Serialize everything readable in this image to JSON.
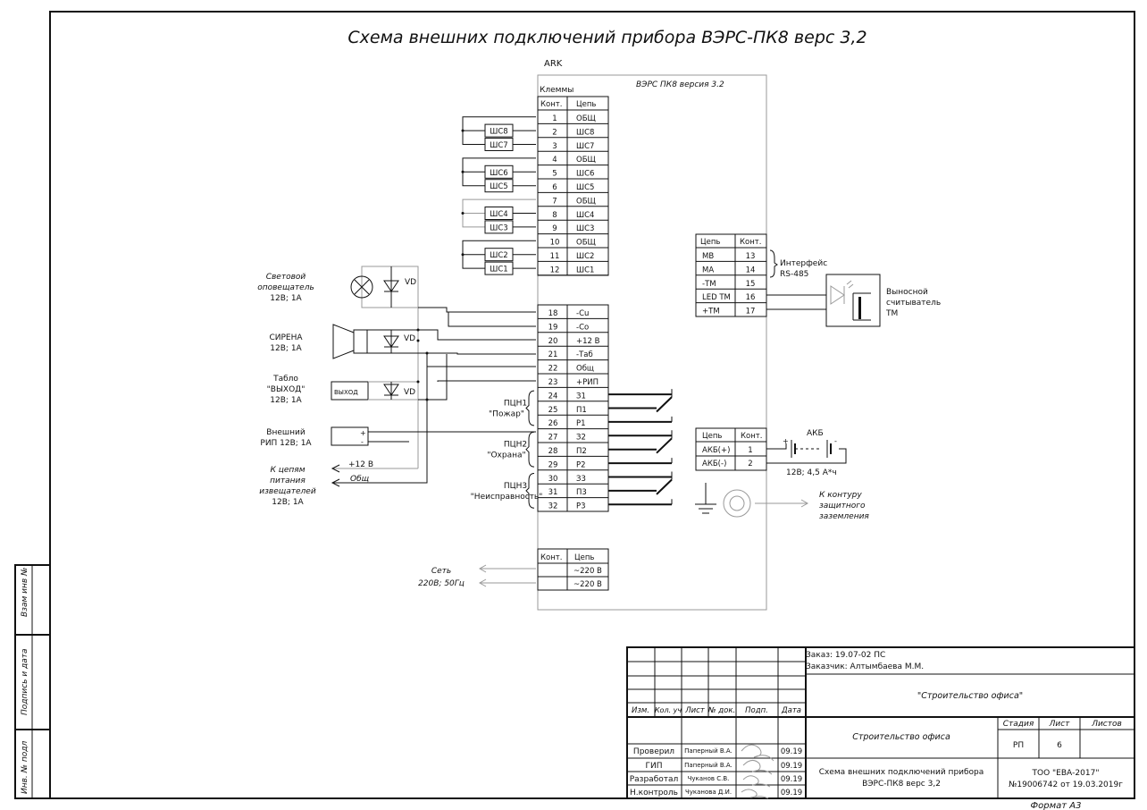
{
  "title": "Схема внешних подключений прибора ВЭРС-ПК8 верс 3,2",
  "device": {
    "ark_label": "ARK",
    "name": "ВЭРС ПК8 версия 3.2",
    "terminals_label": "Клеммы",
    "col_contact": "Конт.",
    "col_circuit": "Цепь"
  },
  "terminals_top": [
    {
      "n": "1",
      "c": "ОБЩ"
    },
    {
      "n": "2",
      "c": "ШС8"
    },
    {
      "n": "3",
      "c": "ШС7"
    },
    {
      "n": "4",
      "c": "ОБЩ"
    },
    {
      "n": "5",
      "c": "ШС6"
    },
    {
      "n": "6",
      "c": "ШС5"
    },
    {
      "n": "7",
      "c": "ОБЩ"
    },
    {
      "n": "8",
      "c": "ШС4"
    },
    {
      "n": "9",
      "c": "ШС3"
    },
    {
      "n": "10",
      "c": "ОБЩ"
    },
    {
      "n": "11",
      "c": "ШС2"
    },
    {
      "n": "12",
      "c": "ШС1"
    }
  ],
  "loop_boxes": [
    "ШС8",
    "ШС7",
    "ШС6",
    "ШС5",
    "ШС4",
    "ШС3",
    "ШС2",
    "ШС1"
  ],
  "terminals_mid": [
    {
      "n": "18",
      "c": "-Cu"
    },
    {
      "n": "19",
      "c": "-Co"
    },
    {
      "n": "20",
      "c": "+12 В"
    },
    {
      "n": "21",
      "c": "-Таб"
    },
    {
      "n": "22",
      "c": "Общ"
    },
    {
      "n": "23",
      "c": "+РИП"
    },
    {
      "n": "24",
      "c": "З1"
    },
    {
      "n": "25",
      "c": "П1"
    },
    {
      "n": "26",
      "c": "Р1"
    },
    {
      "n": "27",
      "c": "З2"
    },
    {
      "n": "28",
      "c": "П2"
    },
    {
      "n": "29",
      "c": "Р2"
    },
    {
      "n": "30",
      "c": "З3"
    },
    {
      "n": "31",
      "c": "П3"
    },
    {
      "n": "32",
      "c": "Р3"
    }
  ],
  "terminals_power": [
    {
      "n": "",
      "c": "~220 В"
    },
    {
      "n": "",
      "c": "~220 В"
    }
  ],
  "power_labels": [
    "Сеть",
    "220В; 50Гц"
  ],
  "interface_table": {
    "col_circuit": "Цепь",
    "col_contact": "Конт.",
    "rows": [
      {
        "c": "МВ",
        "n": "13"
      },
      {
        "c": "МА",
        "n": "14"
      },
      {
        "c": "-ТМ",
        "n": "15"
      },
      {
        "c": "LED ТМ",
        "n": "16"
      },
      {
        "c": "+ТМ",
        "n": "17"
      }
    ],
    "interface_label": [
      "Интерфейс",
      "RS-485"
    ],
    "reader_label": [
      "Выносной",
      "считыватель",
      "ТМ"
    ]
  },
  "battery_table": {
    "col_circuit": "Цепь",
    "col_contact": "Конт.",
    "rows": [
      {
        "c": "АКБ(+)",
        "n": "1"
      },
      {
        "c": "АКБ(-)",
        "n": "2"
      }
    ],
    "akb_label": "АКБ",
    "spec": "12В; 4,5 А*ч"
  },
  "ground_label": [
    "К контуру",
    "защитного",
    "заземления"
  ],
  "left_devices": {
    "light": [
      "Световой",
      "оповещатель",
      "12В; 1А"
    ],
    "siren": [
      "СИРЕНА",
      "12В; 1А"
    ],
    "board": [
      "Табло",
      "\"ВЫХОД\"",
      "12В; 1А"
    ],
    "board_box": "ВЫХОД",
    "rip": [
      "Внешний",
      "РИП 12В; 1А"
    ],
    "detectors": [
      "К цепям",
      "питания",
      "извещателей",
      "12В; 1А"
    ],
    "plus12": "+12 В",
    "common": "Общ",
    "vd": "VD",
    "plus": "+",
    "minus": "-"
  },
  "relays": [
    {
      "name": "ПЦН1",
      "label": "\"Пожар\""
    },
    {
      "name": "ПЦН2",
      "label": "\"Охрана\""
    },
    {
      "name": "ПЦН3",
      "label": "\"Неисправность\""
    }
  ],
  "side_stamp": [
    "Взам инв №",
    "Подпись и дата",
    "Инв. № подл"
  ],
  "title_block": {
    "order": "Заказ: 19.07-02 ПС",
    "customer": "Заказчик: Алтымбаева М.М.",
    "project": "\"Строительство офиса\"",
    "hdr": [
      "Изм.",
      "Кол. уч",
      "Лист",
      "№ док.",
      "Подп.",
      "Дата"
    ],
    "people": [
      {
        "role": "Проверил",
        "name": "Паперный В.А.",
        "date": "09.19"
      },
      {
        "role": "ГИП",
        "name": "Паперный В.А.",
        "date": "09.19"
      },
      {
        "role": "Разработал",
        "name": "Чуканов С.В.",
        "date": "09.19"
      },
      {
        "role": "Н.контроль",
        "name": "Чуканова Д.И.",
        "date": "09.19"
      }
    ],
    "object": "Строительство офиса",
    "stage_hdr": [
      "Стадия",
      "Лист",
      "Листов"
    ],
    "stage": "РП",
    "sheet": "6",
    "sheets": "",
    "sheet_title": [
      "Схема внешних подключений прибора",
      "ВЭРС-ПК8 верс 3,2"
    ],
    "company": [
      "ТОО \"ЕВА-2017\"",
      "№19006742 от 19.03.2019г"
    ],
    "format": "Формат А3"
  }
}
